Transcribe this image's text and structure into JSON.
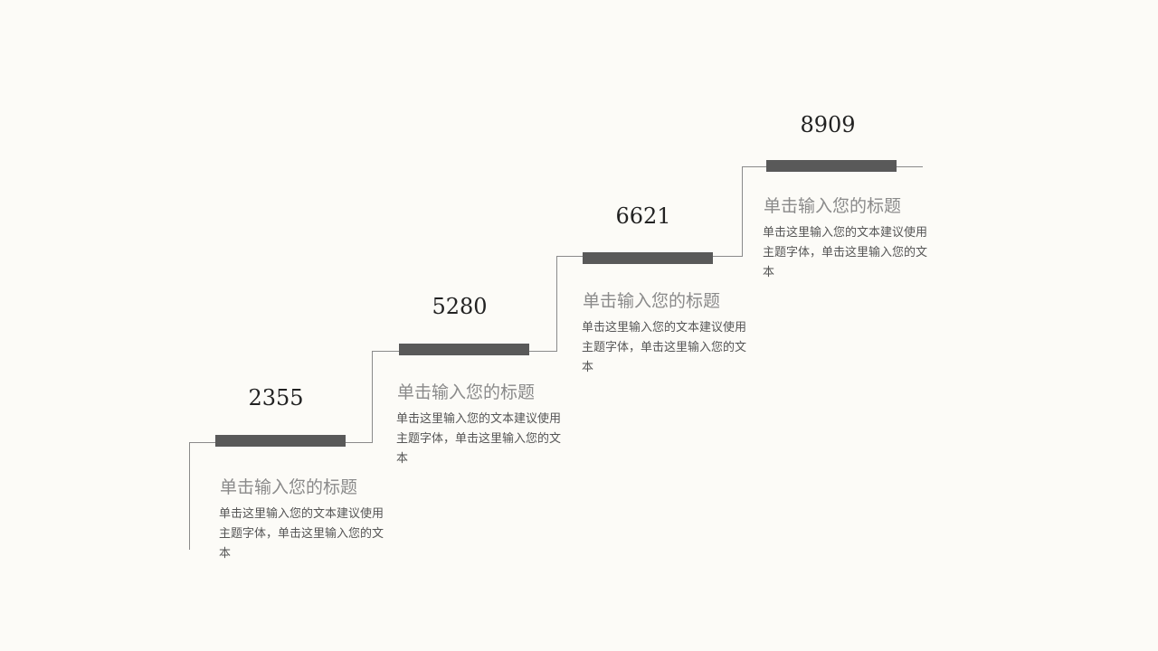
{
  "steps": [
    {
      "value": "2355",
      "title": "单击输入您的标题",
      "desc": "单击这里输入您的文本建议使用主题字体，单击这里输入您的文本"
    },
    {
      "value": "5280",
      "title": "单击输入您的标题",
      "desc": "单击这里输入您的文本建议使用主题字体，单击这里输入您的文本"
    },
    {
      "value": "6621",
      "title": "单击输入您的标题",
      "desc": "单击这里输入您的文本建议使用主题字体，单击这里输入您的文本"
    },
    {
      "value": "8909",
      "title": "单击输入您的标题",
      "desc": "单击这里输入您的文本建议使用主题字体，单击这里输入您的文本"
    }
  ],
  "colors": {
    "bar": "#595959",
    "line": "#8a8a8a",
    "background": "#fcfbf7"
  }
}
